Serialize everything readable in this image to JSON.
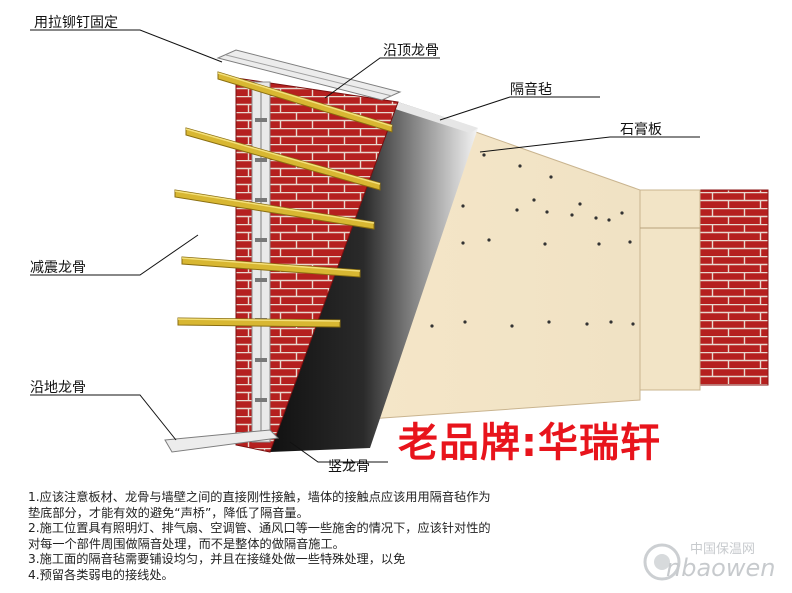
{
  "labels": {
    "rivet": "用拉铆钉固定",
    "top_keel": "沿顶龙骨",
    "felt": "隔音毡",
    "gypsum": "石膏板",
    "damping_keel": "减震龙骨",
    "floor_keel": "沿地龙骨",
    "vertical_keel": "竖龙骨"
  },
  "brand": "老品牌:华瑞轩",
  "notes": [
    "1.应该注意板材、龙骨与墙壁之间的直接刚性接触，墙体的接触点应该用用隔音毡作为",
    "垫底部分，才能有效的避免“声桥”，降低了隔音量。",
    "2.施工位置具有照明灯、排气扇、空调管、通风口等一些施舍的情况下，应该针对性的",
    "对每一个部件周围做隔音处理，而不是整体的做隔音施工。",
    "3.施工面的隔音毡需要铺设均匀，并且在接缝处做一些特殊处理，以免",
    "4.预留各类弱电的接线处。"
  ],
  "watermark": {
    "cn": "中国保温网",
    "en": "nbaowen"
  },
  "colors": {
    "brick": "#b5201f",
    "mortar": "#e8d9cf",
    "keel": "#d8b732",
    "gypsum": "#f1e2c6",
    "brand": "#e8141c"
  }
}
